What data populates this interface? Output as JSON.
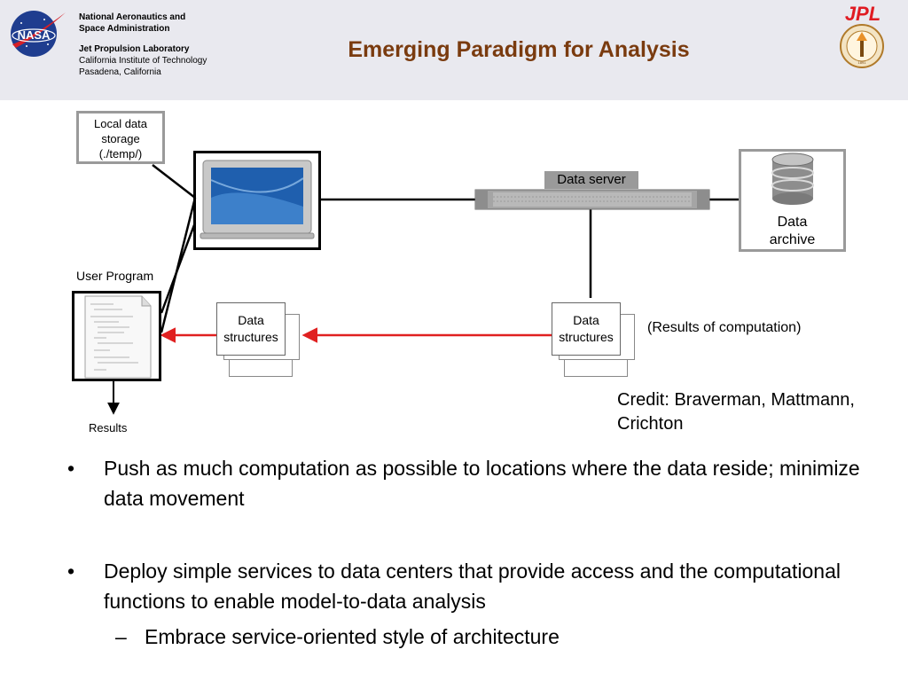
{
  "header": {
    "agency": "National Aeronautics and Space Administration",
    "lab_name": "Jet Propulsion Laboratory",
    "institute": "California Institute of Technology",
    "location": "Pasadena, California",
    "title": "Emerging Paradigm for Analysis",
    "logos": [
      "nasa-logo",
      "jpl-logo",
      "caltech-seal"
    ]
  },
  "diagram": {
    "local_storage": "Local data\nstorage\n(./temp/)",
    "data_server": "Data server",
    "data_archive": "Data\narchive",
    "user_program": "User Program",
    "results": "Results",
    "data_structures_left": "Data\nstructures",
    "data_structures_right": "Data\nstructures",
    "results_note": "(Results of computation)",
    "credit_line1": "Credit: Braverman, Mattmann,",
    "credit_line2": "Crichton",
    "colors": {
      "arrow": "#e02020",
      "line": "#000000",
      "box_border": "#9a9a9a",
      "title": "#7a3b0f"
    }
  },
  "bullets": [
    {
      "mark": "•",
      "text": "Push as much computation as possible to locations where the data reside; minimize data movement"
    },
    {
      "mark": "•",
      "text": "Deploy simple services to data centers that provide access and the computational functions to enable model-to-data analysis"
    }
  ],
  "sub_bullet": {
    "mark": "–",
    "text": "Embrace service-oriented style of architecture"
  }
}
